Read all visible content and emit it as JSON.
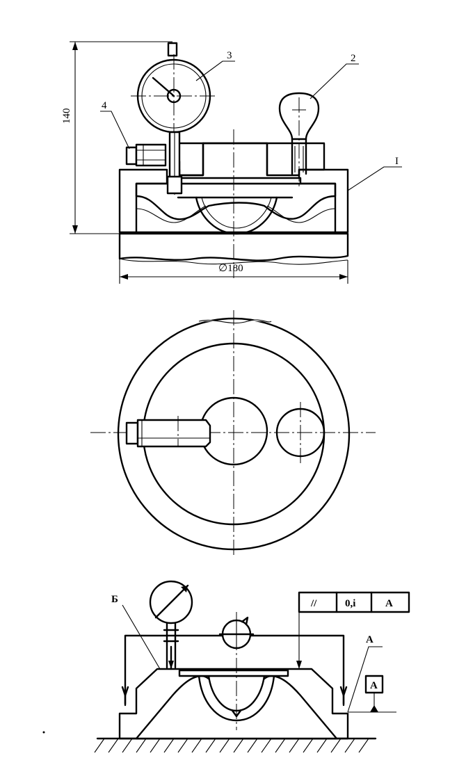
{
  "views": {
    "section": {
      "dimension_height": "140",
      "dimension_diameter": "∅180",
      "callout_dial_indicator": "3",
      "callout_handle": "2",
      "callout_clamp": "4",
      "callout_body": "I"
    },
    "scheme": {
      "surface_label": "Б",
      "datum_label": "A",
      "tolerance_frame": {
        "symbol": "//",
        "value": "0,i",
        "datum": "A"
      },
      "datum_box": "A"
    }
  }
}
